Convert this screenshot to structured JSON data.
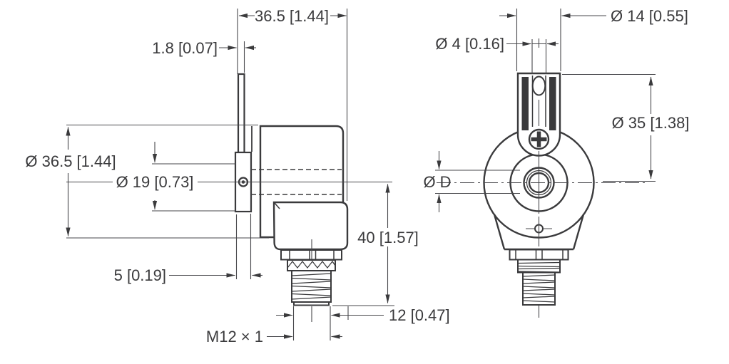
{
  "diagram": {
    "type": "technical-dimension-drawing",
    "colors": {
      "line": "#3a3a3c",
      "background": "#ffffff"
    },
    "side_view": {
      "dim_housing_width": "36.5 [1.44]",
      "dim_flange_thickness": "1.8 [0.07]",
      "dim_body_diameter": "Ø 36.5 [1.44]",
      "dim_hub_diameter": "Ø 19 [0.73]",
      "dim_hub_depth": "5 [0.19]",
      "dim_connector_length": "40 [1.57]",
      "dim_thread_diameter": "12 [0.47]",
      "dim_thread_spec": "M12 × 1"
    },
    "front_view": {
      "dim_tether_width": "Ø 14 [0.55]",
      "dim_slot_width": "Ø 4 [0.16]",
      "dim_tether_height": "Ø 35 [1.38]",
      "dim_shaft_bore": "Ø D"
    }
  }
}
